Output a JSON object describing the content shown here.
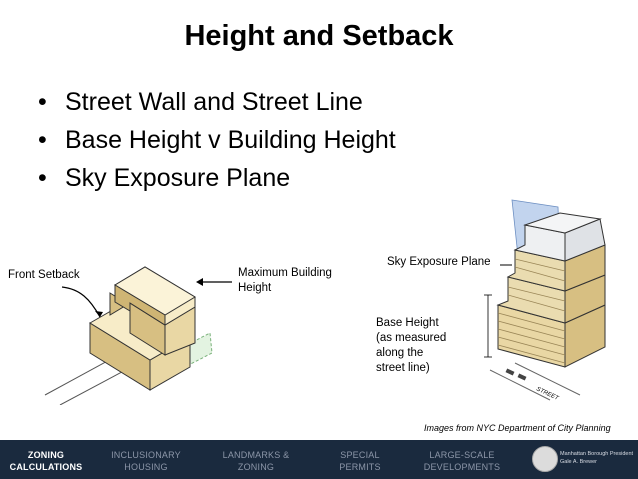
{
  "slide": {
    "title": "Height and Setback",
    "bullets": [
      "Street Wall and Street Line",
      "Base Height v Building Height",
      "Sky Exposure Plane"
    ]
  },
  "left_figure": {
    "front_setback_label": "Front Setback",
    "max_height_line1": "Maximum Building",
    "max_height_line2": "Height"
  },
  "right_figure": {
    "sky_exposure_label": "Sky Exposure Plane",
    "base_height_lines": [
      "Base Height",
      "(as measured",
      "along the",
      "street line)"
    ],
    "street_text": "STREET"
  },
  "caption": "Images from NYC Department of City Planning",
  "nav": {
    "items": [
      {
        "line1": "ZONING",
        "line2": "CALCULATIONS",
        "active": true
      },
      {
        "line1": "INCLUSIONARY",
        "line2": "HOUSING",
        "active": false
      },
      {
        "line1": "LANDMARKS &",
        "line2": "ZONING",
        "active": false
      },
      {
        "line1": "SPECIAL",
        "line2": "PERMITS",
        "active": false
      },
      {
        "line1": "LARGE-SCALE",
        "line2": "DEVELOPMENTS",
        "active": false
      }
    ],
    "branding_line1": "Manhattan Borough President",
    "branding_line2": "Gale A. Brewer"
  },
  "colors": {
    "nav_background": "#1a2a3e",
    "building_front": "#e9d7a4",
    "building_side": "#d7bf82",
    "building_top": "#f7ecc8",
    "sky_plane": "#aec6e8"
  }
}
